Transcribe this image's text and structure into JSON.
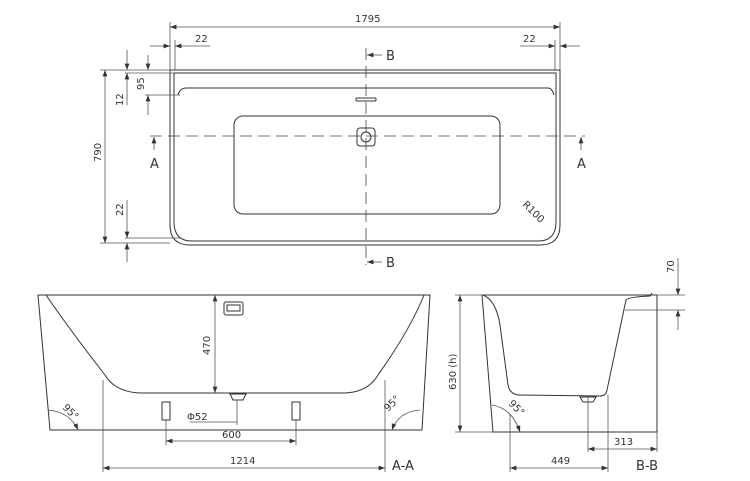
{
  "top_view": {
    "width_total": "1795",
    "rim_left": "22",
    "rim_right": "22",
    "depth_total": "790",
    "rim_top": "12",
    "ledge": "95",
    "rim_bottom": "22",
    "radius": "R100",
    "section_a_left": "A",
    "section_a_right": "A",
    "section_b_top": "B",
    "section_b_bottom": "B"
  },
  "section_aa": {
    "label": "A-A",
    "inner_depth": "470",
    "drain_diameter": "Φ52",
    "feet_spacing": "600",
    "base_length": "1214",
    "angle_left": "95°",
    "angle_right": "95°"
  },
  "section_bb": {
    "label": "B-B",
    "height": "630 (h)",
    "ledge_height": "70",
    "drain_offset": "313",
    "base_width": "449",
    "angle": "95°"
  }
}
